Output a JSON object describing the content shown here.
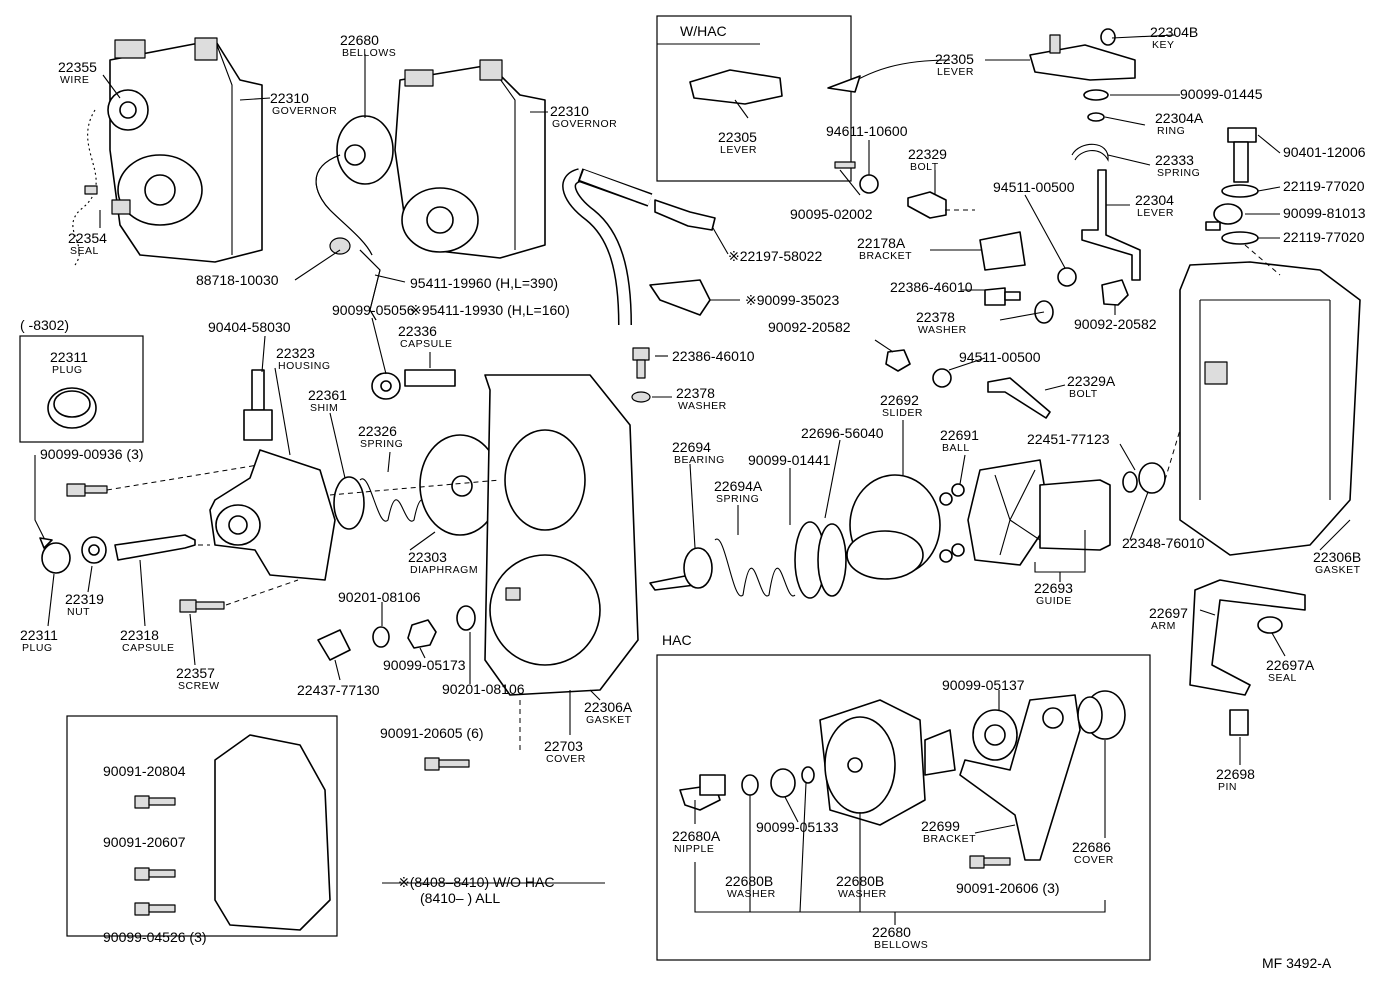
{
  "boxes": {
    "whac_title": "W/HAC",
    "old_range": "(     -8302)",
    "hac_title": "HAC"
  },
  "footnote": {
    "line1": "※(8408–8410) W/O HAC",
    "line2": "(8410–          ) ALL"
  },
  "figure_code": "MF 3492-A",
  "labels": [
    {
      "num": "22355",
      "sub": "WIRE"
    },
    {
      "num": "22310",
      "sub": "GOVERNOR"
    },
    {
      "num": "22680",
      "sub": "BELLOWS"
    },
    {
      "num": "22310",
      "sub": "GOVERNOR"
    },
    {
      "num": "22305",
      "sub": "LEVER"
    },
    {
      "num": "22305",
      "sub": "LEVER"
    },
    {
      "num": "22304B",
      "sub": "KEY"
    },
    {
      "num": "90099-01445",
      "sub": ""
    },
    {
      "num": "22304A",
      "sub": "RING"
    },
    {
      "num": "90401-12006",
      "sub": ""
    },
    {
      "num": "22333",
      "sub": "SPRING"
    },
    {
      "num": "22119-77020",
      "sub": ""
    },
    {
      "num": "22304",
      "sub": "LEVER"
    },
    {
      "num": "90099-81013",
      "sub": ""
    },
    {
      "num": "22119-77020",
      "sub": ""
    },
    {
      "num": "94611-10600",
      "sub": ""
    },
    {
      "num": "22329",
      "sub": "BOLT"
    },
    {
      "num": "94511-00500",
      "sub": ""
    },
    {
      "num": "90095-02002",
      "sub": ""
    },
    {
      "num": "22178A",
      "sub": "BRACKET"
    },
    {
      "num": "22386-46010",
      "sub": ""
    },
    {
      "num": "22378",
      "sub": "WASHER"
    },
    {
      "num": "90092-20582",
      "sub": ""
    },
    {
      "num": "90092-20582",
      "sub": ""
    },
    {
      "num": "22354",
      "sub": "SEAL"
    },
    {
      "num": "88718-10030",
      "sub": ""
    },
    {
      "num": "95411-19960 (H,L=390)",
      "sub": ""
    },
    {
      "num": "※95411-19930 (H,L=160)",
      "sub": ""
    },
    {
      "num": "90099-05056",
      "sub": ""
    },
    {
      "num": "※22197-58022",
      "sub": ""
    },
    {
      "num": "※90099-35023",
      "sub": ""
    },
    {
      "num": "90404-58030",
      "sub": ""
    },
    {
      "num": "22323",
      "sub": "HOUSING"
    },
    {
      "num": "22336",
      "sub": "CAPSULE"
    },
    {
      "num": "22386-46010",
      "sub": ""
    },
    {
      "num": "22378",
      "sub": "WASHER"
    },
    {
      "num": "94511-00500",
      "sub": ""
    },
    {
      "num": "22329A",
      "sub": "BOLT"
    },
    {
      "num": "22311",
      "sub": "PLUG"
    },
    {
      "num": "22361",
      "sub": "SHIM"
    },
    {
      "num": "22326",
      "sub": "SPRING"
    },
    {
      "num": "22692",
      "sub": "SLIDER"
    },
    {
      "num": "22696-56040",
      "sub": ""
    },
    {
      "num": "22691",
      "sub": "BALL"
    },
    {
      "num": "22451-77123",
      "sub": ""
    },
    {
      "num": "22694",
      "sub": "BEARING"
    },
    {
      "num": "90099-01441",
      "sub": ""
    },
    {
      "num": "22694A",
      "sub": "SPRING"
    },
    {
      "num": "90099-00936 (3)",
      "sub": ""
    },
    {
      "num": "22303",
      "sub": "DIAPHRAGM"
    },
    {
      "num": "22348-76010",
      "sub": ""
    },
    {
      "num": "22306B",
      "sub": "GASKET"
    },
    {
      "num": "22693",
      "sub": "GUIDE"
    },
    {
      "num": "22319",
      "sub": "NUT"
    },
    {
      "num": "22311",
      "sub": "PLUG"
    },
    {
      "num": "22318",
      "sub": "CAPSULE"
    },
    {
      "num": "22357",
      "sub": "SCREW"
    },
    {
      "num": "90201-08106",
      "sub": ""
    },
    {
      "num": "90099-05173",
      "sub": ""
    },
    {
      "num": "22437-77130",
      "sub": ""
    },
    {
      "num": "90201-08106",
      "sub": ""
    },
    {
      "num": "22306A",
      "sub": "GASKET"
    },
    {
      "num": "22697",
      "sub": "ARM"
    },
    {
      "num": "22697A",
      "sub": "SEAL"
    },
    {
      "num": "90091-20605 (6)",
      "sub": ""
    },
    {
      "num": "22703",
      "sub": "COVER"
    },
    {
      "num": "90099-05137",
      "sub": ""
    },
    {
      "num": "22698",
      "sub": "PIN"
    },
    {
      "num": "90091-20804",
      "sub": ""
    },
    {
      "num": "90091-20607",
      "sub": ""
    },
    {
      "num": "90099-04526 (3)",
      "sub": ""
    },
    {
      "num": "22680A",
      "sub": "NIPPLE"
    },
    {
      "num": "90099-05133",
      "sub": ""
    },
    {
      "num": "22699",
      "sub": "BRACKET"
    },
    {
      "num": "22686",
      "sub": "COVER"
    },
    {
      "num": "90091-20606 (3)",
      "sub": ""
    },
    {
      "num": "22680B",
      "sub": "WASHER"
    },
    {
      "num": "22680B",
      "sub": "WASHER"
    },
    {
      "num": "22680",
      "sub": "BELLOWS"
    }
  ]
}
